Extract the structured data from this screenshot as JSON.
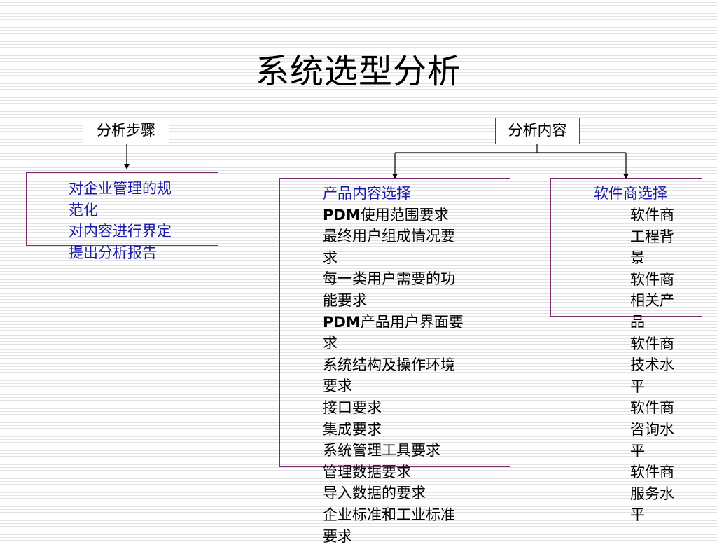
{
  "title": "系统选型分析",
  "steps_label": "分析步骤",
  "content_label": "分析内容",
  "steps": [
    "对企业管理的规",
    "范化",
    "对内容进行界定",
    "提出分析报告"
  ],
  "product": {
    "heading": "产品内容选择",
    "lines": [
      "PDM使用范围要求",
      "最终用户组成情况要",
      "求",
      "每一类用户需要的功",
      "能要求",
      "PDM产品用户界面要",
      "求",
      "系统结构及操作环境",
      "要求",
      "接口要求",
      "集成要求",
      "系统管理工具要求",
      "管理数据要求",
      "导入数据的要求",
      "企业标准和工业标准",
      "要求"
    ]
  },
  "vendor": {
    "heading": "软件商选择",
    "lines": [
      "软件商",
      "工程背",
      "景",
      "软件商",
      "相关产",
      "品",
      "软件商",
      "技术水",
      "平",
      "软件商",
      "咨询水",
      "平",
      "软件商",
      "服务水",
      "平"
    ]
  },
  "colors": {
    "blue_text": "#1a1aaa",
    "tag_border": "#c0142c",
    "box_border": "#7a2c6e"
  }
}
